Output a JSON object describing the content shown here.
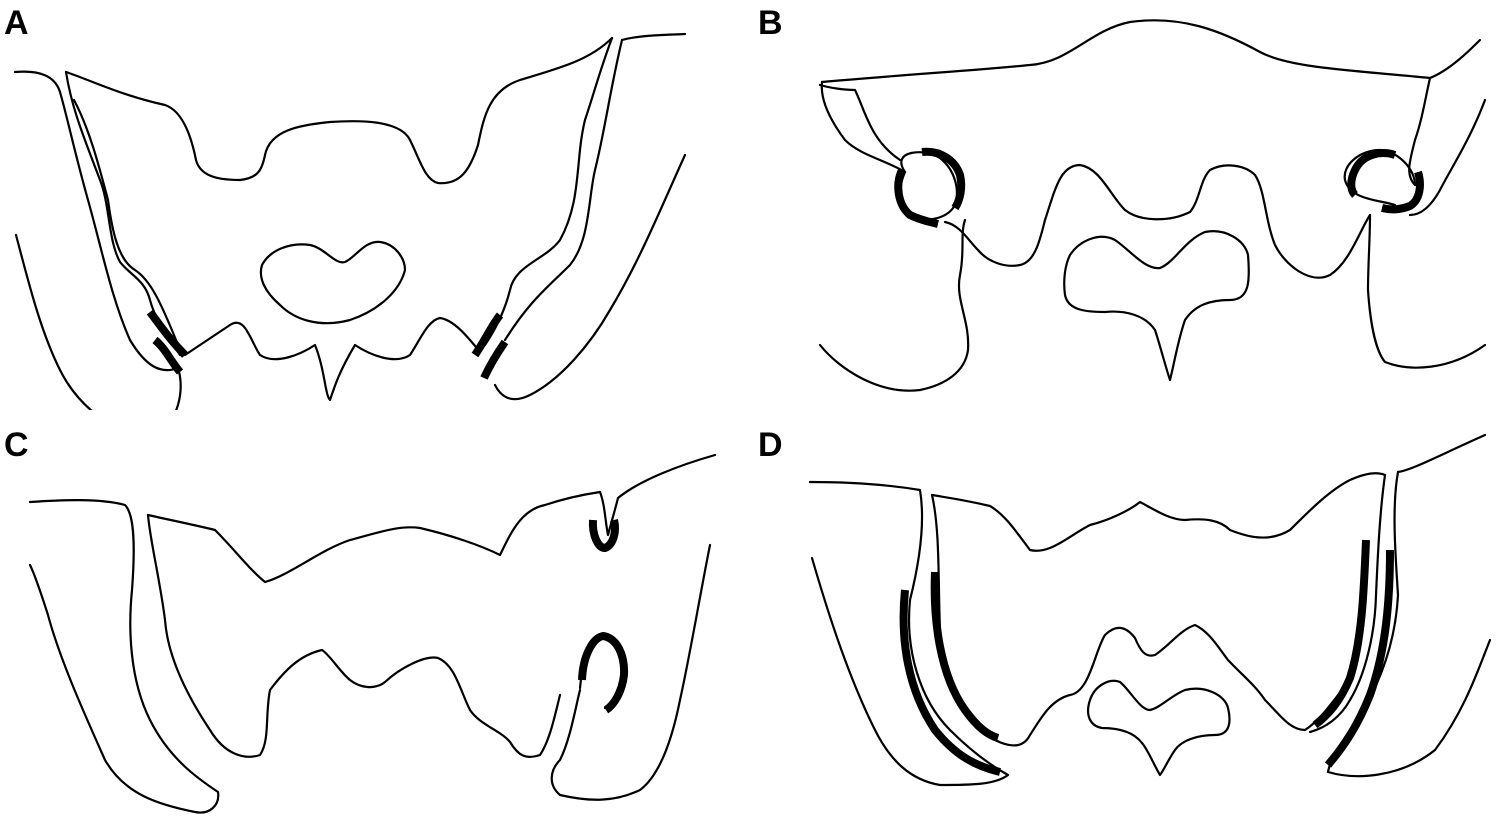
{
  "panels": [
    {
      "id": "A",
      "label": "A"
    },
    {
      "id": "B",
      "label": "B"
    },
    {
      "id": "C",
      "label": "C"
    },
    {
      "id": "D",
      "label": "D"
    }
  ],
  "colors": {
    "line": "#000000",
    "background": "#ffffff"
  }
}
